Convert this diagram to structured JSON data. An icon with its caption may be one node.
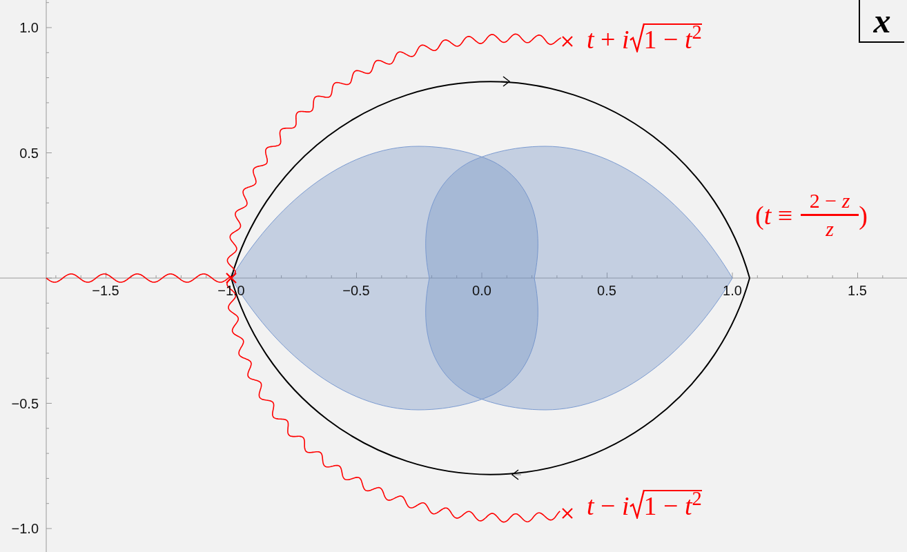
{
  "diagram": {
    "labels": [
      "1.0",
      "x",
      "*t* + *i*",
      "1 − *t*$^{2}$",
      "0.5",
      "(*t* ≡",
      "2 − *z*",
      "*z*",
      ")",
      "−1.5",
      "−1.0",
      "−0.5",
      "0.0",
      "0.5",
      "1.0",
      "1.5",
      "−0.5",
      "*t* − *i*",
      "1 − *t*$^{2}$",
      "−1.0"
    ]
  }
}
